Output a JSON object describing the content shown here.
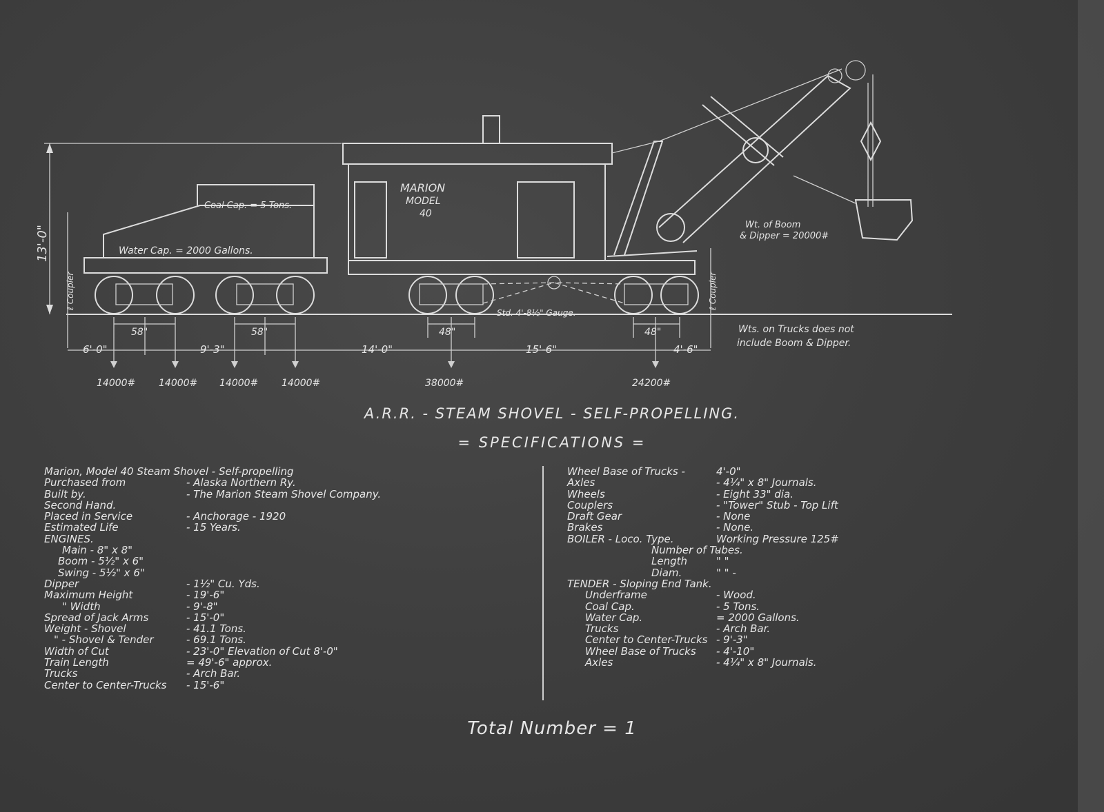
{
  "drawing": {
    "cab_label": [
      "MARION",
      "MODEL",
      "40"
    ],
    "coal_cap": "Coal Cap. = 5 Tons.",
    "water_cap": "Water Cap. = 2000 Gallons.",
    "boom_weight": [
      "Wt. of Boom",
      "& Dipper = 20000#"
    ],
    "height_dim": "13'-0\"",
    "coupler_left": "ℓ Coupler",
    "coupler_right": "ℓ Coupler",
    "gauge": "Std. 4'-8½\" Gauge.",
    "truck_note": [
      "Wts. on Trucks does not",
      "include Boom & Dipper."
    ],
    "wheel_spacings": [
      "58\"",
      "58\"",
      "48\"",
      "48\""
    ],
    "distances": [
      "6'-0\"",
      "9'-3\"",
      "14'-0\"",
      "15'-6\"",
      "4'-6\""
    ],
    "loads": [
      "14000#",
      "14000#",
      "14000#",
      "14000#",
      "38000#",
      "24200#"
    ]
  },
  "title": "A.R.R. - STEAM SHOVEL - SELF-PROPELLING.",
  "subtitle": "= SPECIFICATIONS =",
  "specs_left": [
    {
      "label": "Marion, Model 40 Steam Shovel - Self-propelling",
      "value": "",
      "indent": 0
    },
    {
      "label": "Purchased from",
      "value": "- Alaska Northern Ry.",
      "indent": 0
    },
    {
      "label": "Built by.",
      "value": "- The Marion Steam Shovel Company.",
      "indent": 0
    },
    {
      "label": "Second Hand.",
      "value": "",
      "indent": 0
    },
    {
      "label": "Placed in Service",
      "value": "- Anchorage - 1920",
      "indent": 0
    },
    {
      "label": "Estimated Life",
      "value": "- 15 Years.",
      "indent": 0
    },
    {
      "label": "ENGINES.",
      "value": "",
      "indent": 0
    },
    {
      "label": "Main  -  8\" x 8\"",
      "value": "",
      "indent": 26
    },
    {
      "label": "Boom  -  5½\" x 6\"",
      "value": "",
      "indent": 20
    },
    {
      "label": "Swing  -  5½\" x 6\"",
      "value": "",
      "indent": 20
    },
    {
      "label": "Dipper",
      "value": "- 1½\" Cu. Yds.",
      "indent": 0
    },
    {
      "label": "Maximum Height",
      "value": "- 19'-6\"",
      "indent": 0
    },
    {
      "label": "\"        Width",
      "value": "- 9'-8\"",
      "indent": 26
    },
    {
      "label": "Spread of Jack Arms",
      "value": "- 15'-0\"",
      "indent": 0
    },
    {
      "label": "Weight - Shovel",
      "value": "- 41.1 Tons.",
      "indent": 0
    },
    {
      "label": "\"   - Shovel & Tender",
      "value": "- 69.1 Tons.",
      "indent": 14
    },
    {
      "label": "Width of Cut",
      "value": "- 23'-0\" Elevation of Cut 8'-0\"",
      "indent": 0
    },
    {
      "label": "Train Length",
      "value": "= 49'-6\" approx.",
      "indent": 0
    },
    {
      "label": "Trucks",
      "value": "- Arch Bar.",
      "indent": 0
    },
    {
      "label": "Center to Center-Trucks",
      "value": "- 15'-6\"",
      "indent": 0
    }
  ],
  "specs_right": [
    {
      "label": "Wheel Base of Trucks -",
      "value": "4'-0\"",
      "indent": 0
    },
    {
      "label": "Axles",
      "value": "- 4¼\" x 8\" Journals.",
      "indent": 0
    },
    {
      "label": "Wheels",
      "value": "- Eight 33\" dia.",
      "indent": 0
    },
    {
      "label": "Couplers",
      "value": "- \"Tower\" Stub - Top Lift",
      "indent": 0
    },
    {
      "label": "Draft Gear",
      "value": "- None",
      "indent": 0
    },
    {
      "label": "Brakes",
      "value": "- None.",
      "indent": 0
    },
    {
      "label": "BOILER  - Loco. Type.",
      "value": "Working Pressure 125#",
      "indent": 0
    },
    {
      "label": "Number of Tubes.",
      "value": "-",
      "indent": 122
    },
    {
      "label": "Length",
      "value": "\"      \"",
      "indent": 122
    },
    {
      "label": "Diam.",
      "value": "\"      \"      -",
      "indent": 122
    },
    {
      "label": "TENDER - Sloping End Tank.",
      "value": "",
      "indent": 0
    },
    {
      "label": "Underframe",
      "value": "- Wood.",
      "indent": 26
    },
    {
      "label": "Coal Cap.",
      "value": "- 5 Tons.",
      "indent": 26
    },
    {
      "label": "Water Cap.",
      "value": "= 2000 Gallons.",
      "indent": 26
    },
    {
      "label": "Trucks",
      "value": "- Arch Bar.",
      "indent": 26
    },
    {
      "label": "Center to Center-Trucks",
      "value": "- 9'-3\"",
      "indent": 26
    },
    {
      "label": "Wheel Base of Trucks",
      "value": "- 4'-10\"",
      "indent": 26
    },
    {
      "label": "Axles",
      "value": "- 4¼\" x 8\" Journals.",
      "indent": 26
    }
  ],
  "total": "Total Number = 1"
}
